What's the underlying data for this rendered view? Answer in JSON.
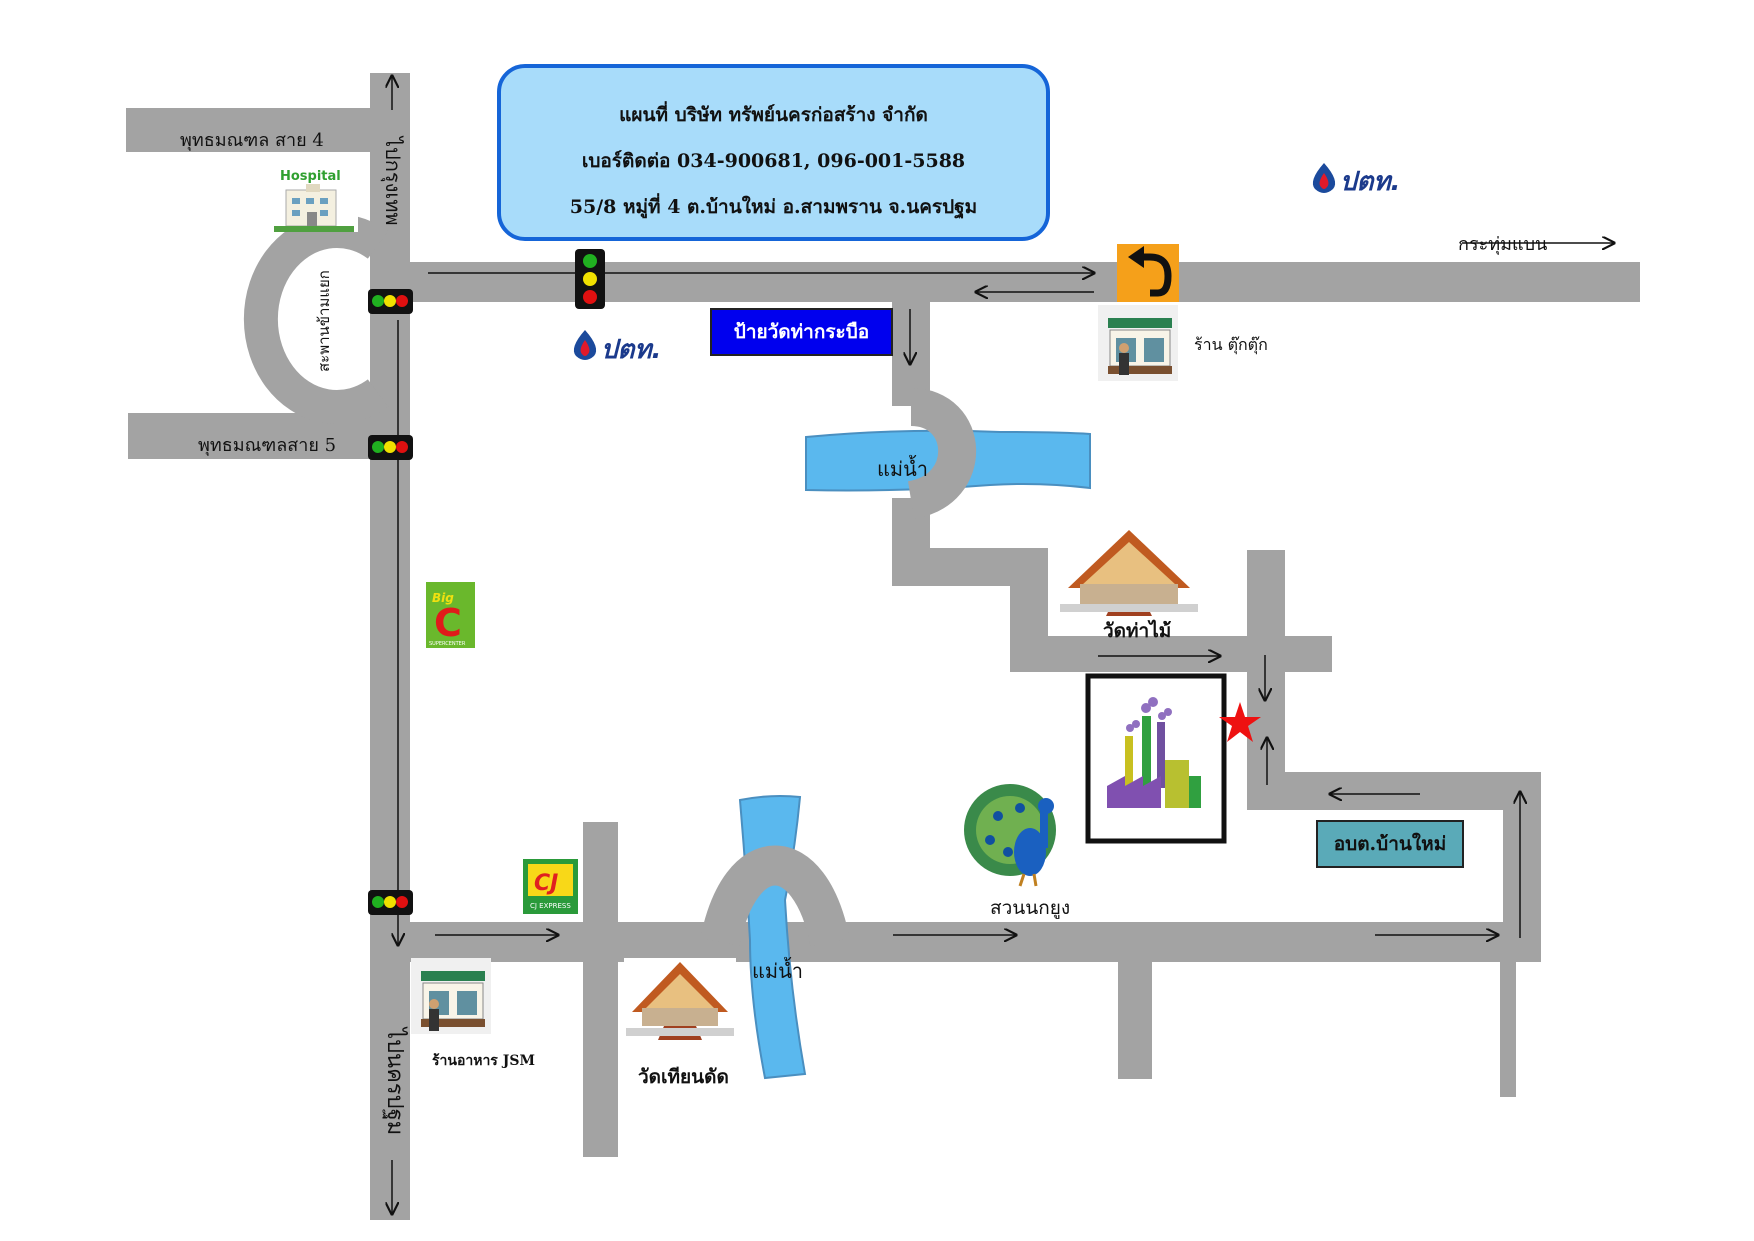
{
  "header": {
    "title": "แผนที่ บริษัท ทรัพย์นครก่อสร้าง จำกัด",
    "phone": "เบอร์ติดต่อ 034-900681, 096-001-5588",
    "address": "55/8 หมู่ที่ 4 ต.บ้านใหม่ อ.สามพราน จ.นครปฐม"
  },
  "roads": {
    "phuttha_4": "พุทธมณฑล สาย 4",
    "phuttha_5": "พุทธมณฑลสาย 5",
    "to_bangkok": "ไปกรุงเทพ",
    "to_nakhon_pathom": "ไปนครปฐม",
    "to_krathum_baen": "กระทุ่มแบน",
    "overpass": "สะพานข้ามแยก"
  },
  "signs": {
    "wat_tha_krabue": "ป้ายวัดท่ากระบือ",
    "obt_ban_mai": "อบต.บ้านใหม่"
  },
  "places": {
    "river_top": "แม่น้ำ",
    "river_bottom": "แม่น้ำ",
    "wat_tha_mai": "วัดท่าไม้",
    "wat_thian_dat": "วัดเทียนดัด",
    "peacock_garden": "สวนนกยูง",
    "shop_tukkuk": "ร้าน ตุ๊กตุ๊ก",
    "restaurant_jsm": "ร้านอาหาร JSM"
  },
  "logos": {
    "ptt": "ปตท.",
    "hospital": "Hospital",
    "bigc_top": "Big",
    "bigc_letter": "C",
    "bigc_sub": "SUPERCENTER",
    "cj": "CJ",
    "cj_sub": "CJ EXPRESS"
  },
  "icons": [
    "traffic-light-icon",
    "u-turn-icon",
    "factory-icon",
    "star-icon",
    "temple-icon",
    "peacock-icon",
    "shop-icon",
    "hospital-icon",
    "ptt-logo-icon",
    "bigc-logo-icon",
    "cj-logo-icon"
  ],
  "colors": {
    "road": "#a3a3a3",
    "river": "#5ab8ee",
    "header_bg": "#a8dcfa",
    "header_border": "#1565d8",
    "sign_blue": "#0000ee",
    "sign_teal": "#5aaab8",
    "star": "#ee1111"
  }
}
